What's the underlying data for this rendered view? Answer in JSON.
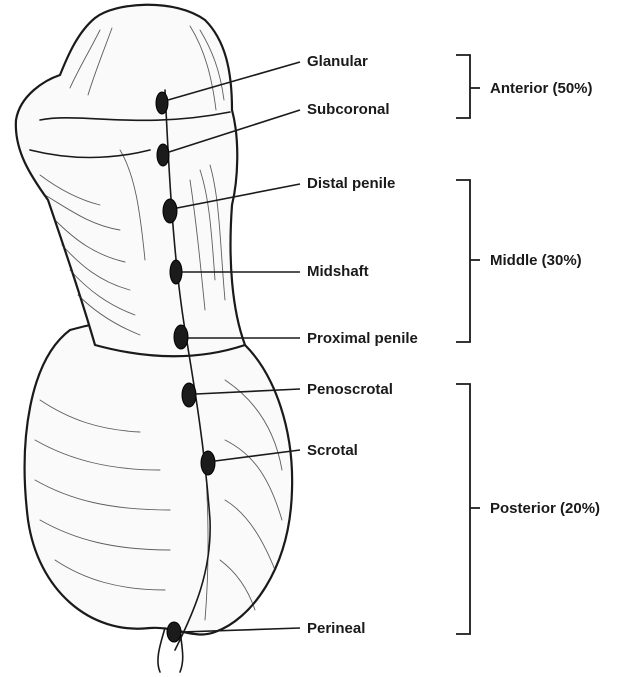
{
  "sites": [
    {
      "id": "glanular",
      "label": "Glanular"
    },
    {
      "id": "subcoronal",
      "label": "Subcoronal"
    },
    {
      "id": "distal-penile",
      "label": "Distal penile"
    },
    {
      "id": "midshaft",
      "label": "Midshaft"
    },
    {
      "id": "proximal-penile",
      "label": "Proximal penile"
    },
    {
      "id": "penoscrotal",
      "label": "Penoscrotal"
    },
    {
      "id": "scrotal",
      "label": "Scrotal"
    },
    {
      "id": "perineal",
      "label": "Perineal"
    }
  ],
  "groups": [
    {
      "id": "anterior",
      "label": "Anterior (50%)"
    },
    {
      "id": "middle",
      "label": "Middle (30%)"
    },
    {
      "id": "posterior",
      "label": "Posterior (20%)"
    }
  ]
}
